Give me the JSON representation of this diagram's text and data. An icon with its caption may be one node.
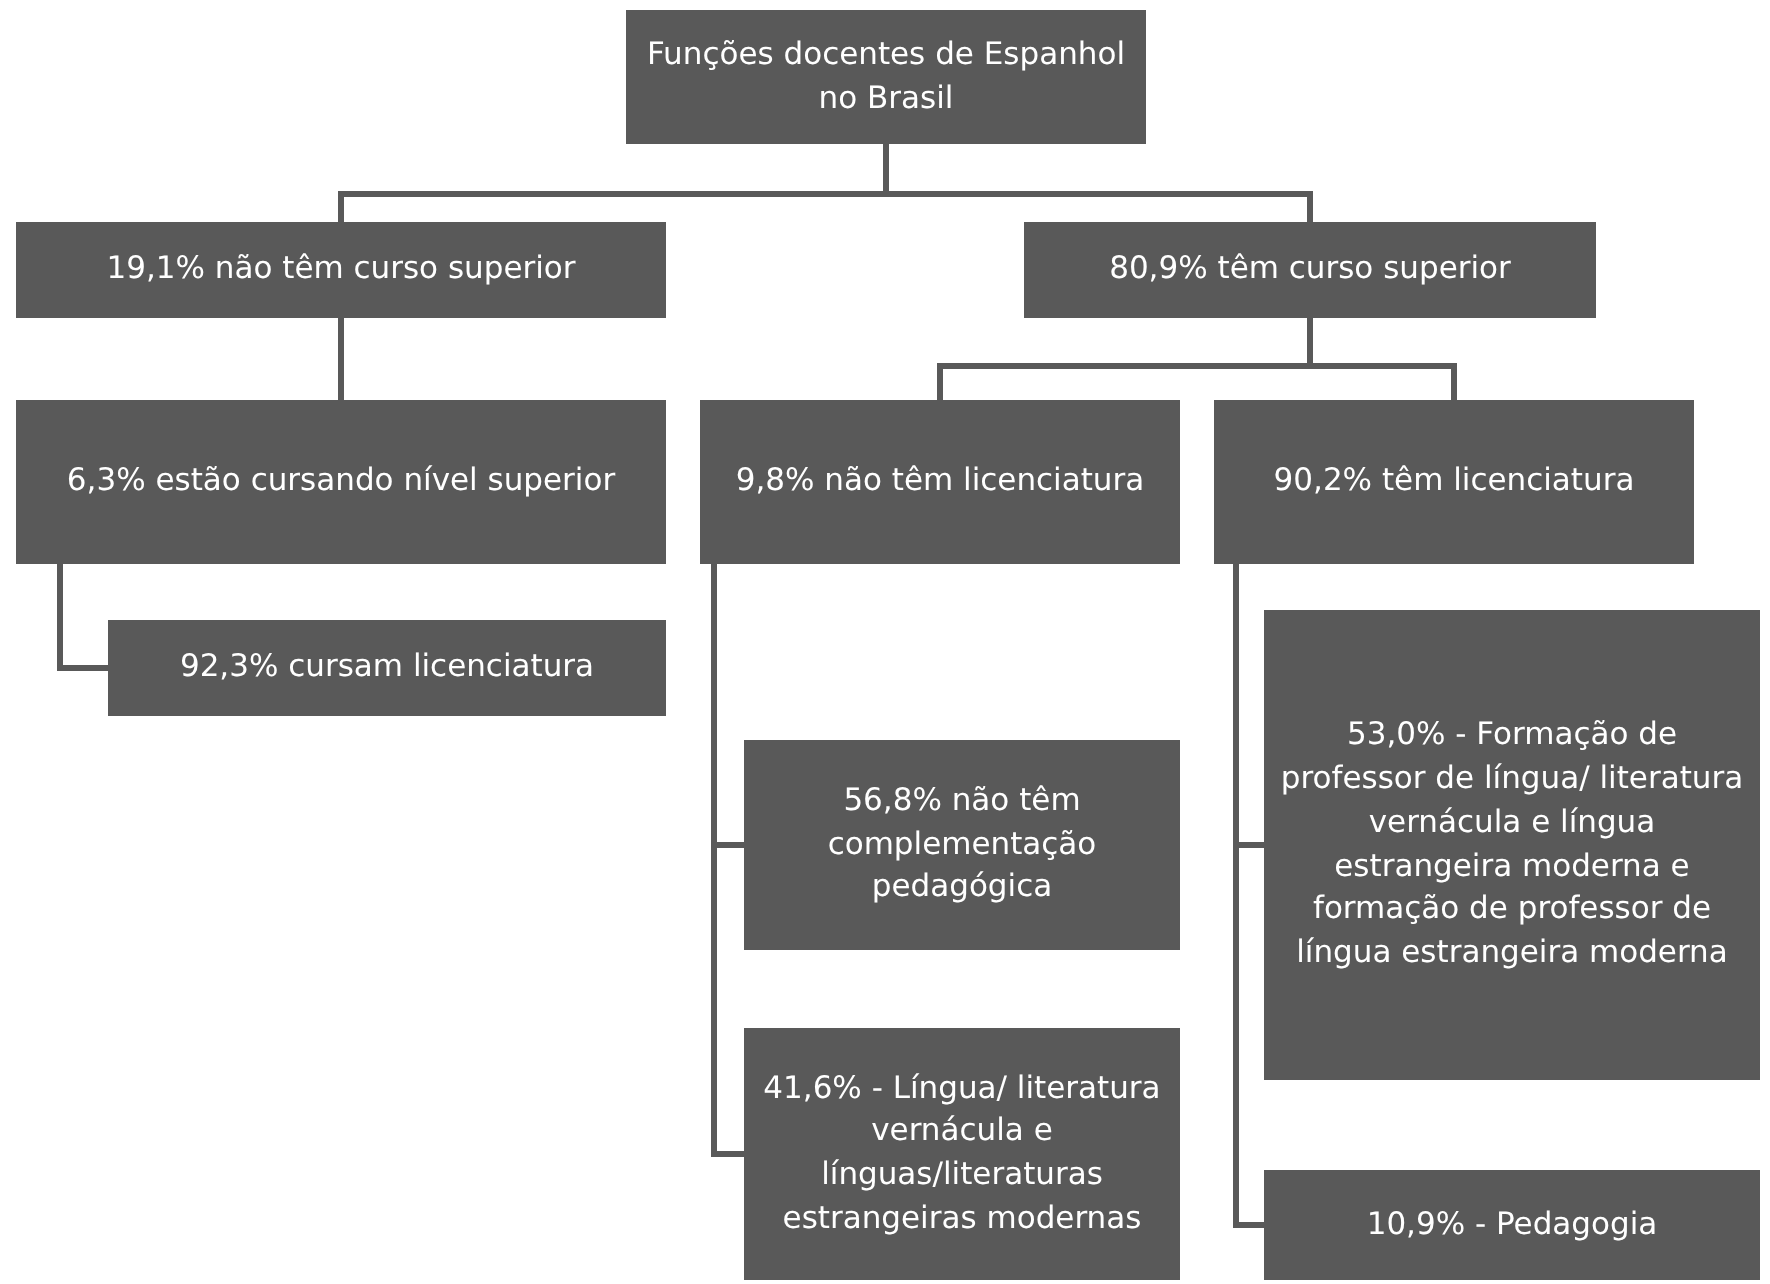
{
  "diagram": {
    "nodes": [
      {
        "text": [
          "Funções docentes de Espanhol no Brasil"
        ]
      },
      {
        "text": [
          "19,1% não têm curso superior"
        ]
      },
      {
        "text": [
          "80,9% têm curso superior"
        ]
      },
      {
        "text": [
          "6,3% estão cursando nível superior"
        ]
      },
      {
        "text": [
          "92,3% cursam licenciatura"
        ]
      },
      {
        "text": [
          "9,8% não têm licenciatura"
        ]
      },
      {
        "text": [
          "90,2% têm licenciatura"
        ]
      },
      {
        "text": [
          "56,8% não têm complementação pedagógica"
        ]
      },
      {
        "text": [
          "41,6% - Língua/ literatura vernácula e línguas/literaturas estrangeiras modernas"
        ]
      },
      {
        "text": [
          "53,0% - Formação de professor de língua/ literatura vernácula e língua estrangeira moderna e formação de professor de língua estrangeira moderna"
        ]
      },
      {
        "text": [
          "10,9% - Pedagogia"
        ]
      }
    ],
    "edges": [
      {
        "from": 0,
        "to": 1,
        "arrow": "none"
      },
      {
        "from": 0,
        "to": 2,
        "arrow": "none"
      },
      {
        "from": 1,
        "to": 3,
        "arrow": "none"
      },
      {
        "from": 3,
        "to": 4,
        "arrow": "none"
      },
      {
        "from": 2,
        "to": 5,
        "arrow": "none"
      },
      {
        "from": 2,
        "to": 6,
        "arrow": "none"
      },
      {
        "from": 5,
        "to": 7,
        "arrow": "none"
      },
      {
        "from": 5,
        "to": 8,
        "arrow": "none"
      },
      {
        "from": 6,
        "to": 9,
        "arrow": "none"
      },
      {
        "from": 6,
        "to": 10,
        "arrow": "none"
      }
    ]
  }
}
